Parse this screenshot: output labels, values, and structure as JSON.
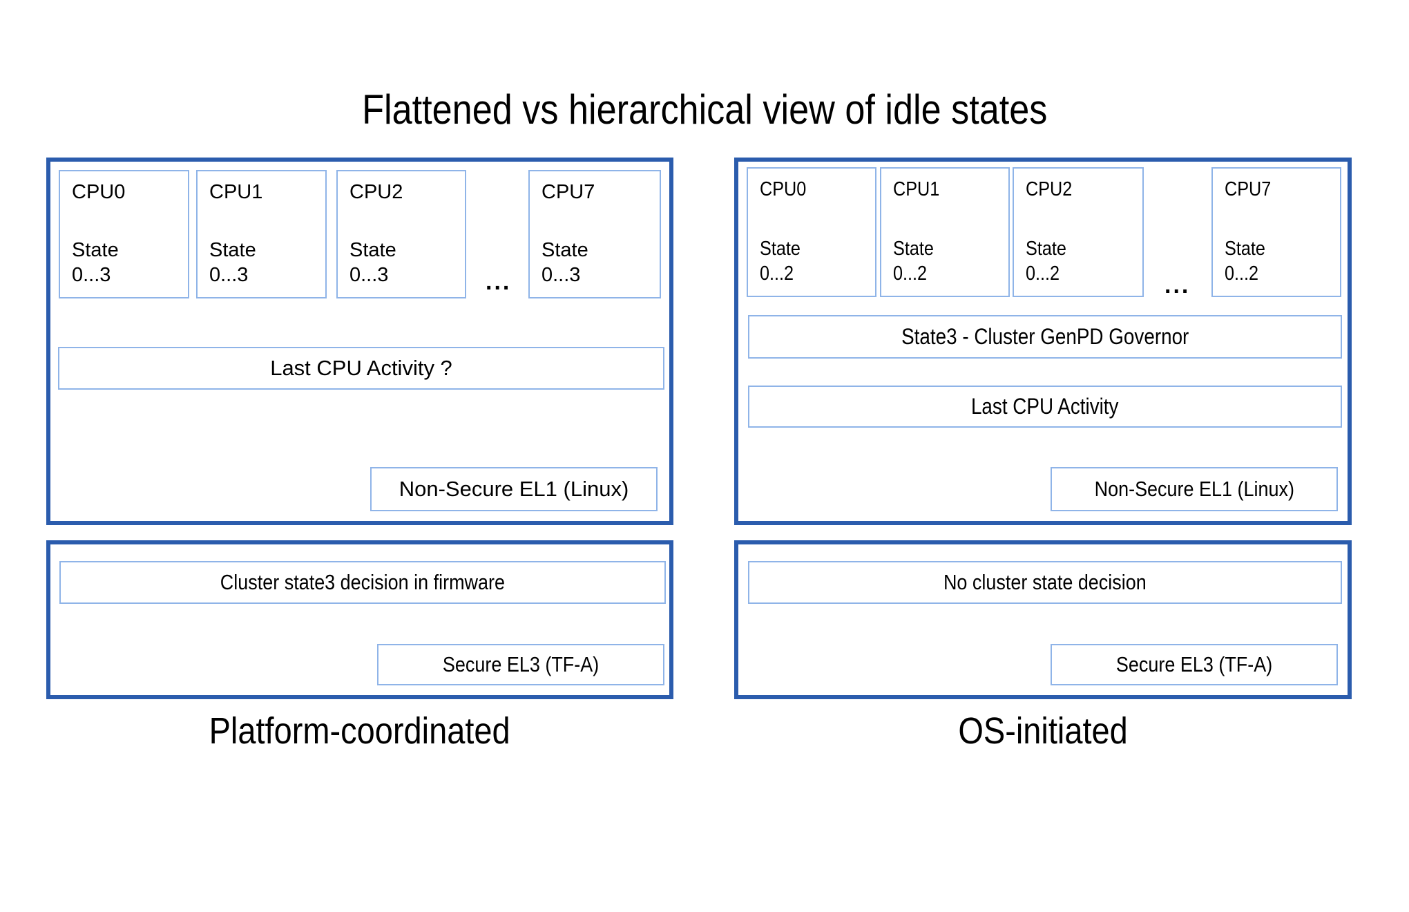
{
  "title": "Flattened vs hierarchical view of idle states",
  "left": {
    "caption": "Platform-coordinated",
    "cpus": [
      {
        "name": "CPU0",
        "state_label": "State",
        "state_range": "0...3"
      },
      {
        "name": "CPU1",
        "state_label": "State",
        "state_range": "0...3"
      },
      {
        "name": "CPU2",
        "state_label": "State",
        "state_range": "0...3"
      },
      {
        "name": "CPU7",
        "state_label": "State",
        "state_range": "0...3"
      }
    ],
    "ellipsis": "...",
    "activity_label": "Last CPU Activity ?",
    "el1_label": "Non-Secure EL1 (Linux)",
    "decision_label": "Cluster state3 decision in firmware",
    "el3_label": "Secure EL3 (TF-A)"
  },
  "right": {
    "caption": "OS-initiated",
    "cpus": [
      {
        "name": "CPU0",
        "state_label": "State",
        "state_range": "0...2"
      },
      {
        "name": "CPU1",
        "state_label": "State",
        "state_range": "0...2"
      },
      {
        "name": "CPU2",
        "state_label": "State",
        "state_range": "0...2"
      },
      {
        "name": "CPU7",
        "state_label": "State",
        "state_range": "0...2"
      }
    ],
    "ellipsis": "...",
    "governor_label": "State3 - Cluster GenPD Governor",
    "activity_label": "Last CPU Activity",
    "el1_label": "Non-Secure EL1 (Linux)",
    "decision_label": "No cluster state decision",
    "el3_label": "Secure EL3 (TF-A)"
  },
  "colors": {
    "panel_border": "#2b5cad",
    "box_border": "#8fb4e8",
    "text": "#000000",
    "background": "#ffffff"
  }
}
